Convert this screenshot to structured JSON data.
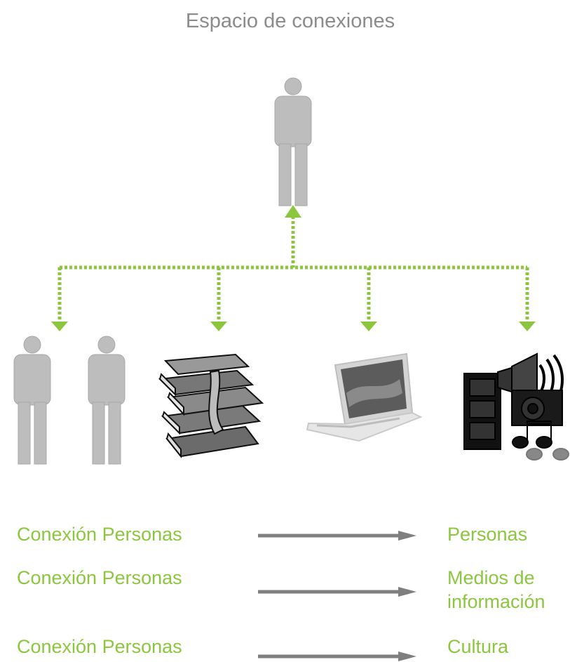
{
  "title": "Espacio de conexiones",
  "colors": {
    "title": "#8c8c8c",
    "accent_green": "#8cc63f",
    "person_gray": "#bdbdbd",
    "arrow_gray": "#7f7f7f"
  },
  "icons": {
    "top": "person-icon",
    "bottom": [
      "person-icon",
      "person-icon",
      "books-icon",
      "laptop-icon",
      "multimedia-icon"
    ]
  },
  "rows": [
    {
      "source": "Conexión  Personas",
      "target": "Personas"
    },
    {
      "source": "Conexión  Personas",
      "target": "Medios de información"
    },
    {
      "source": "Conexión Personas",
      "target": "Cultura"
    }
  ]
}
